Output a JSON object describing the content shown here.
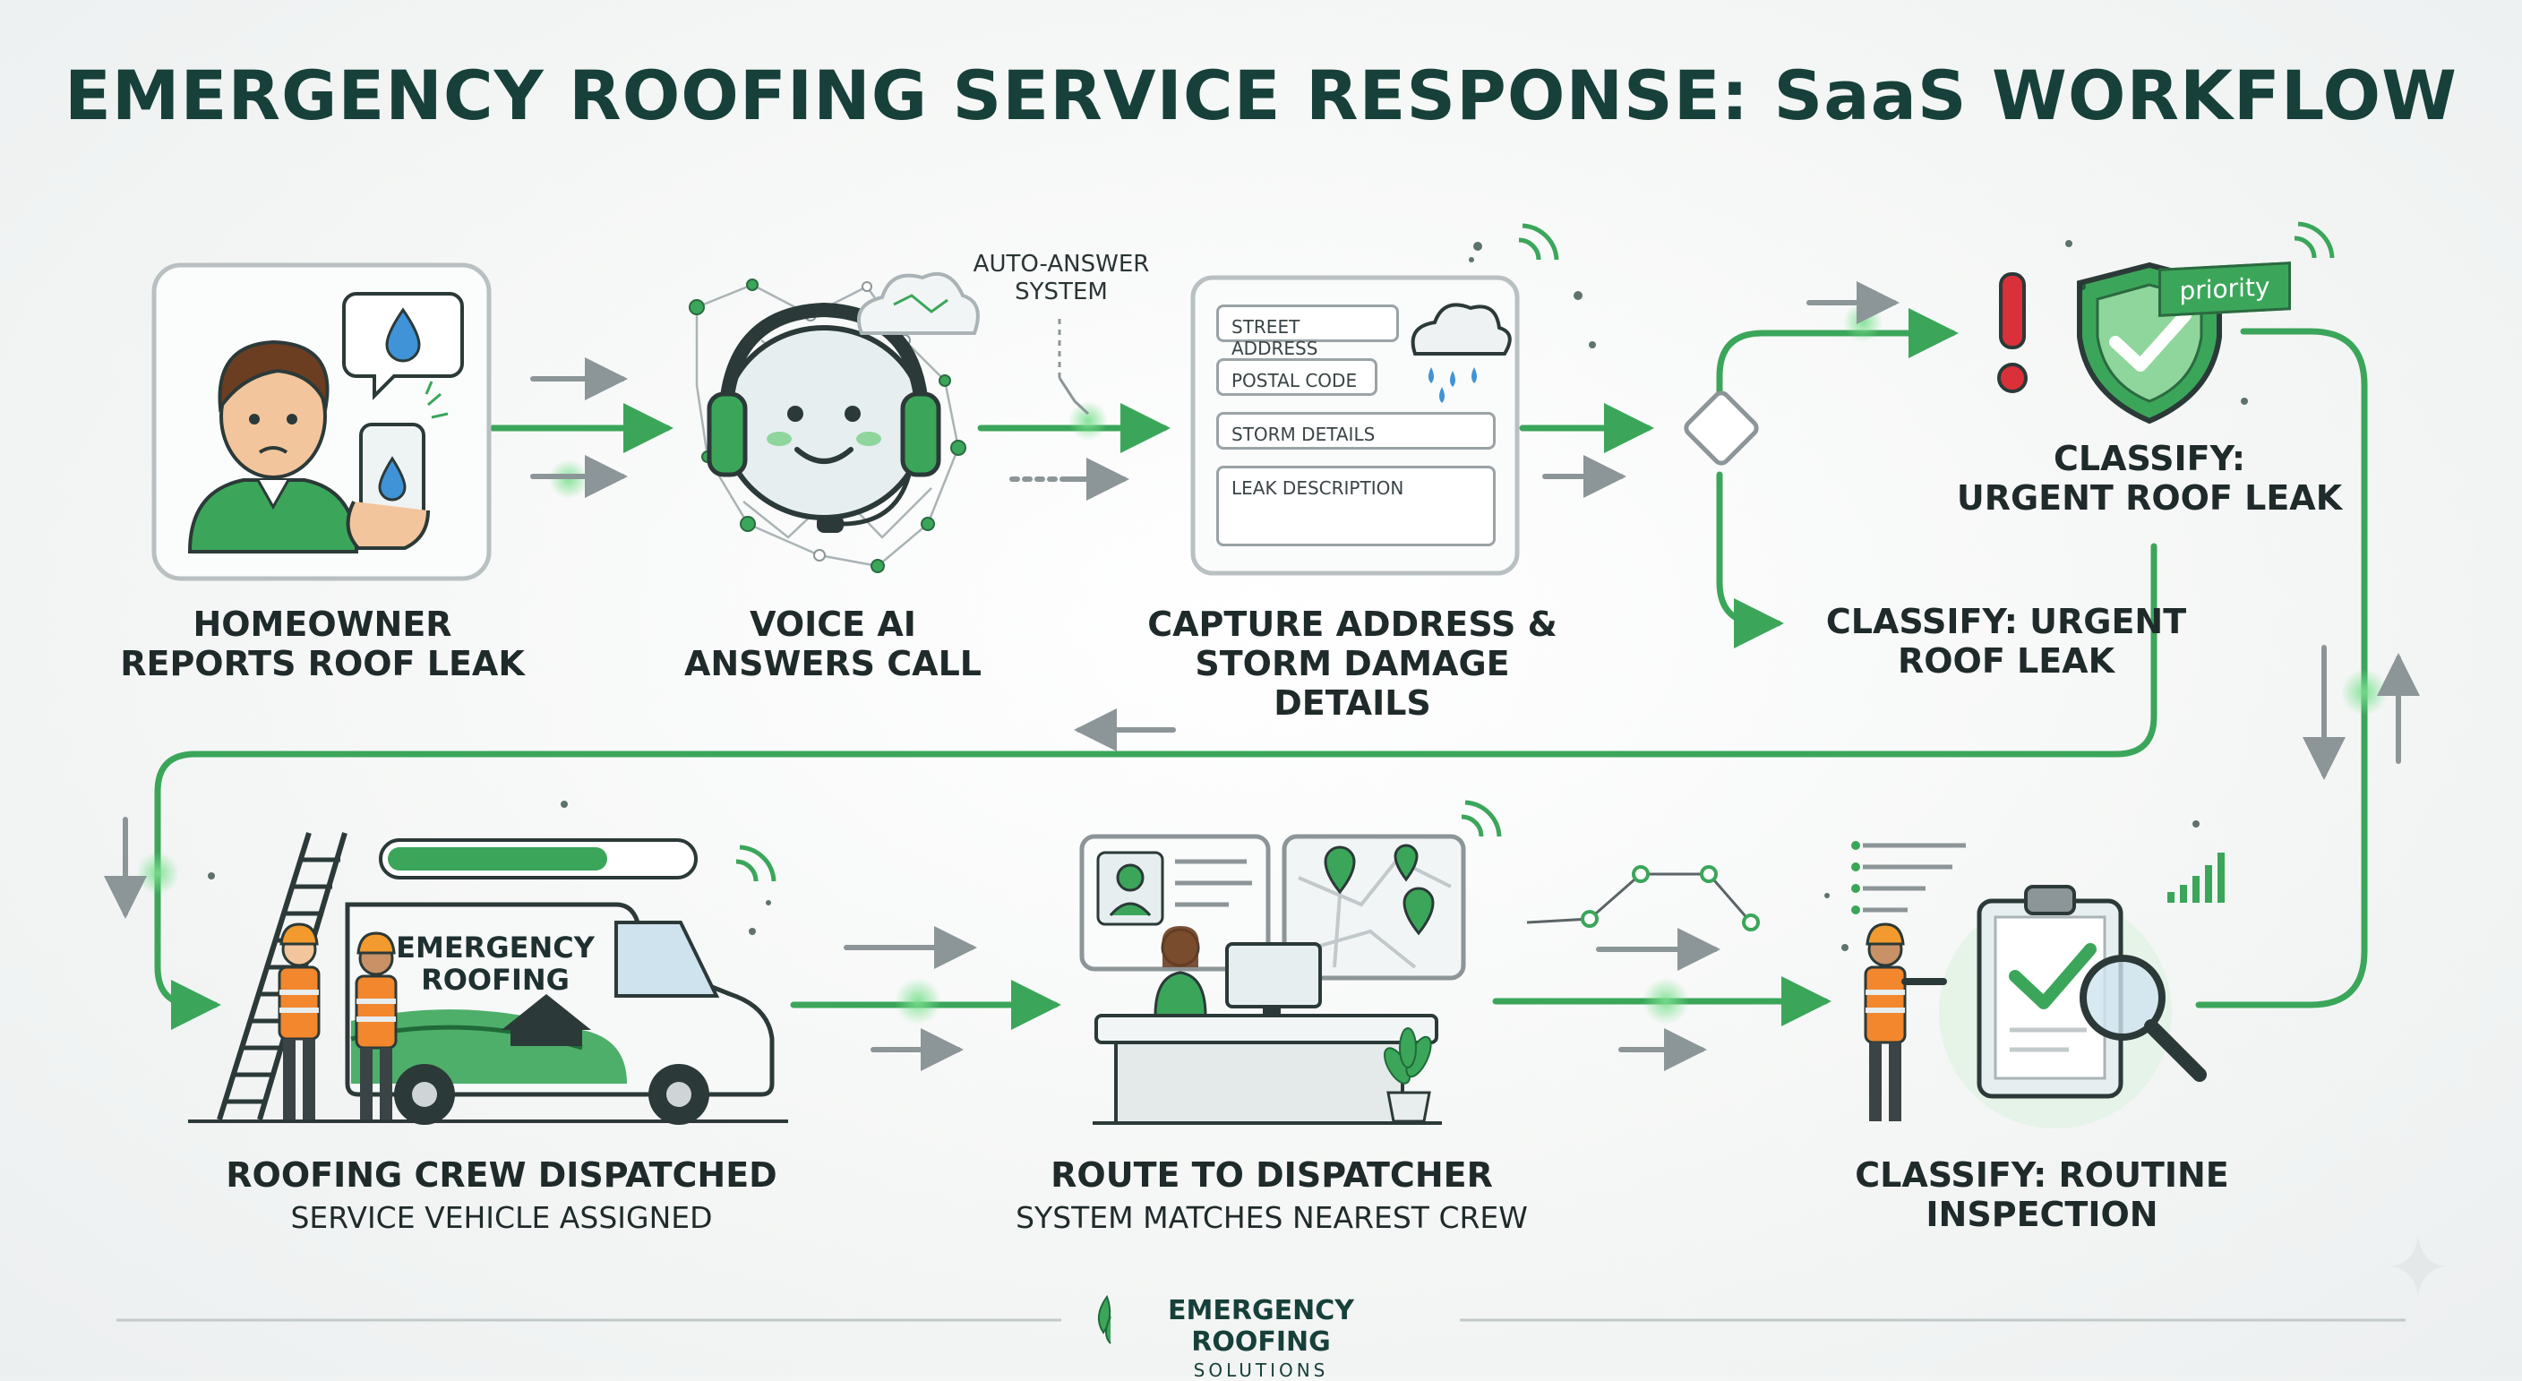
{
  "title": "EMERGENCY ROOFING SERVICE RESPONSE: SaaS WORKFLOW",
  "steps": {
    "homeowner": "HOMEOWNER\nREPORTS ROOF LEAK",
    "voice_ai": "VOICE AI\nANSWERS CALL",
    "capture": "CAPTURE ADDRESS &\nSTORM DAMAGE DETAILS",
    "classify_urgent_top": "CLASSIFY:\nURGENT ROOF LEAK",
    "classify_urgent_branch": "CLASSIFY: URGENT\nROOF LEAK",
    "crew_title": "ROOFING CREW DISPATCHED",
    "crew_sub": "SERVICE VEHICLE ASSIGNED",
    "route_title": "ROUTE TO DISPATCHER",
    "route_sub": "SYSTEM MATCHES NEAREST CREW",
    "routine": "CLASSIFY: ROUTINE\nINSPECTION"
  },
  "auto_answer_label": "AUTO-ANSWER\nSYSTEM",
  "form_fields": [
    "STREET ADDRESS",
    "POSTAL CODE",
    "STORM DETAILS",
    "LEAK DESCRIPTION"
  ],
  "priority_badge": "priority",
  "van_label": "EMERGENCY\nROOFING",
  "footer": {
    "brand": "EMERGENCY ROOFING",
    "sub": "SOLUTIONS"
  },
  "colors": {
    "accent": "#3ba65a",
    "dark": "#17403a",
    "arrow_gray": "#8c9597",
    "alert": "#d9303a"
  },
  "icons": [
    "water-drop-icon",
    "headset-icon",
    "cloud-rain-icon",
    "decision-diamond-icon",
    "exclamation-icon",
    "shield-check-icon",
    "map-pin-icon",
    "clipboard-check-icon",
    "magnifier-icon",
    "signal-icon",
    "house-icon",
    "sparkle-icon"
  ]
}
